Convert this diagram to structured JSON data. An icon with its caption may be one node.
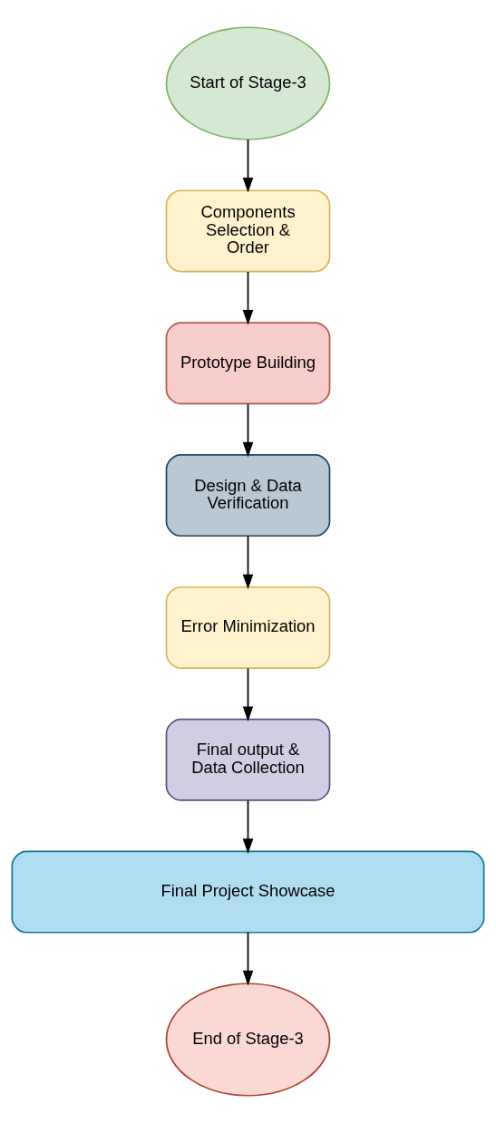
{
  "diagram": {
    "nodes": [
      {
        "text": [
          "Start of Stage-3"
        ]
      },
      {
        "text": [
          "Components Selection & Order"
        ]
      },
      {
        "text": [
          "Prototype Building"
        ]
      },
      {
        "text": [
          "Design & Data Verification"
        ]
      },
      {
        "text": [
          "Error Minimization"
        ]
      },
      {
        "text": [
          "Final output & Data Collection"
        ]
      },
      {
        "text": [
          "Final Project Showcase"
        ]
      },
      {
        "text": [
          "End of Stage-3"
        ]
      }
    ],
    "edges": [
      {
        "from": 0,
        "to": 1,
        "arrow": "to"
      },
      {
        "from": 1,
        "to": 2,
        "arrow": "to"
      },
      {
        "from": 2,
        "to": 3,
        "arrow": "to"
      },
      {
        "from": 3,
        "to": 4,
        "arrow": "to"
      },
      {
        "from": 4,
        "to": 5,
        "arrow": "to"
      },
      {
        "from": 5,
        "to": 6,
        "arrow": "to"
      },
      {
        "from": 6,
        "to": 7,
        "arrow": "to"
      }
    ]
  }
}
